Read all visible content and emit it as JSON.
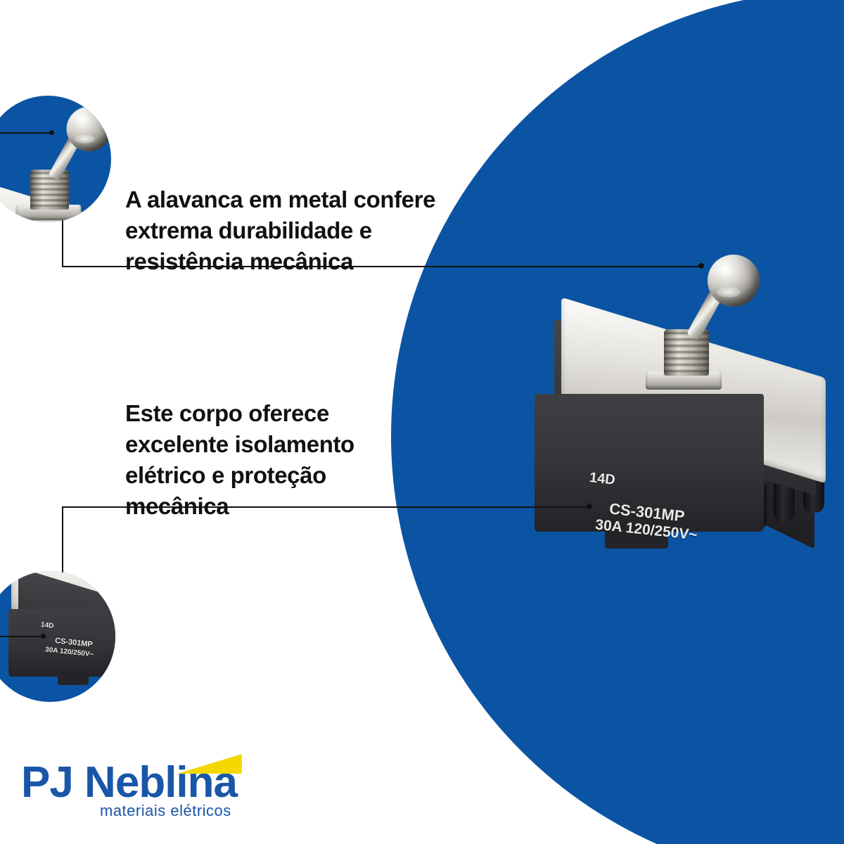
{
  "page": {
    "background_color": "#ffffff",
    "accent_blue": "#0b54a3"
  },
  "callouts": [
    {
      "id": "lever-callout",
      "text": "A alavanca em metal confere extrema durabilidade e resistência mecânica"
    },
    {
      "id": "body-callout",
      "text": " Este corpo oferece excelente isolamento elétrico e proteção mecânica"
    }
  ],
  "product": {
    "name": "toggle-switch",
    "markings": {
      "code": "14D",
      "model": "CS-301MP",
      "rating": "30A  120/250V~"
    },
    "parts": {
      "ball": "metal-ball-knob",
      "lever": "metal-lever-arm",
      "bushing": "threaded-bushing",
      "nut": "hex-nut",
      "plate": "chrome-mounting-plate",
      "body": "insulating-body",
      "terminals": "screw-terminals"
    }
  },
  "insets": [
    {
      "id": "lever-detail",
      "subject": "metal-ball-knob-closeup"
    },
    {
      "id": "body-detail",
      "subject": "body-markings-closeup",
      "markings": {
        "code": "14D",
        "model": "CS-301MP",
        "rating": "30A  120/250V~"
      }
    }
  ],
  "logo": {
    "brand": "PJ Neblina",
    "tagline": "materiais elétricos",
    "brand_color": "#1a56a8",
    "accent_color": "#f5d800"
  }
}
